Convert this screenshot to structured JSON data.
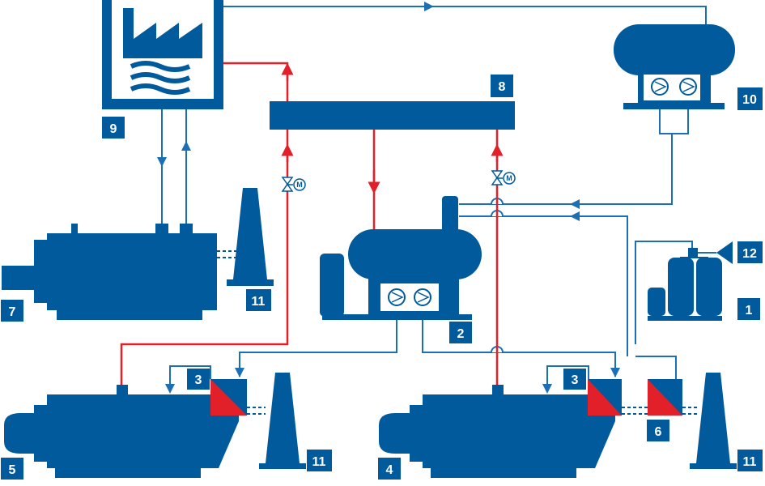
{
  "colors": {
    "equipment": "#005a9c",
    "water_line": "#1d6fb4",
    "steam_line": "#e2202a",
    "background": "#ffffff"
  },
  "labels": {
    "gas_boiler_4": "4",
    "gas_boiler_5": "5",
    "small_boiler_7": "7",
    "feedwater_unit_2": "2",
    "economizer_3_left": "3",
    "economizer_3_right": "3",
    "condensing_hx_6": "6",
    "steam_header_8": "8",
    "consumer_9": "9",
    "condensate_tank_10": "10",
    "chimney_11_a": "11",
    "chimney_11_b": "11",
    "chimney_11_c": "11",
    "water_treatment_1": "1",
    "water_supply_12": "12"
  },
  "valve_motor_letter": "M",
  "icons": [
    "factory-icon",
    "pump-icon",
    "motorized-valve-icon",
    "chimney-icon",
    "boiler-icon",
    "tank-icon"
  ]
}
